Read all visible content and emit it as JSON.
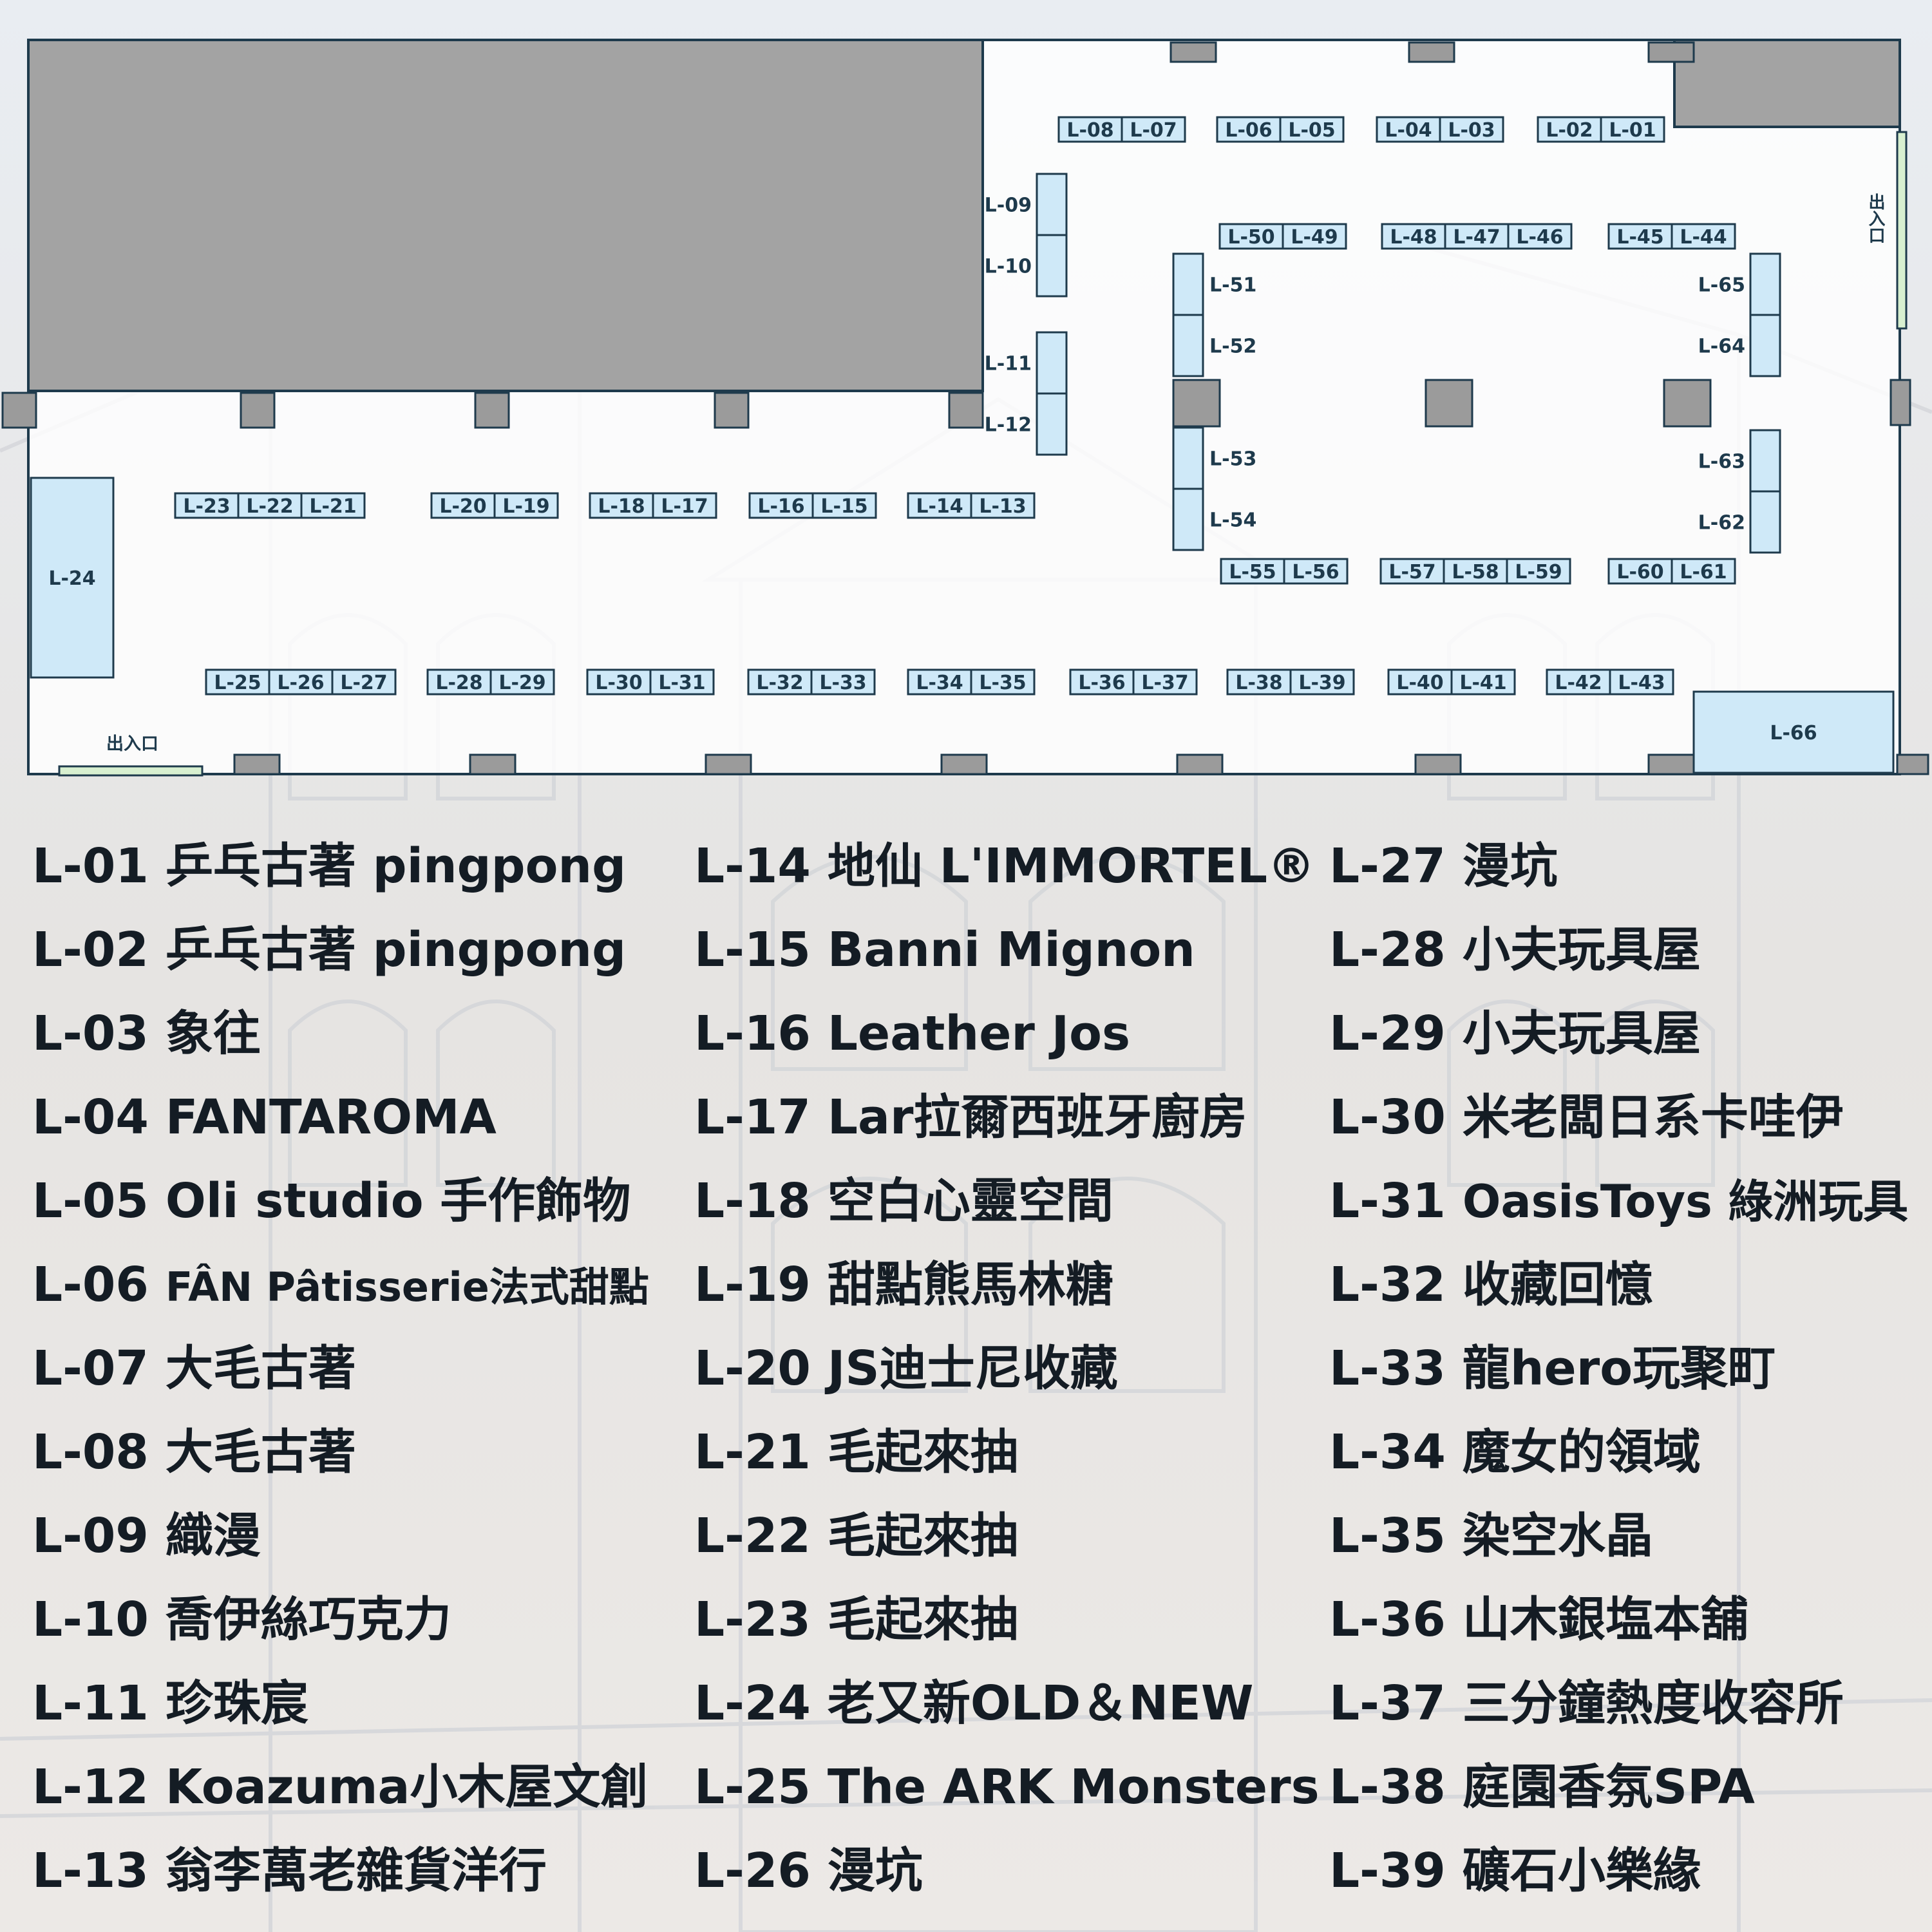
{
  "map": {
    "entrances": [
      "出入口",
      "出入口"
    ],
    "booths": [
      {
        "id": "L-01"
      },
      {
        "id": "L-02"
      },
      {
        "id": "L-03"
      },
      {
        "id": "L-04"
      },
      {
        "id": "L-05"
      },
      {
        "id": "L-06"
      },
      {
        "id": "L-07"
      },
      {
        "id": "L-08"
      },
      {
        "id": "L-09"
      },
      {
        "id": "L-10"
      },
      {
        "id": "L-11"
      },
      {
        "id": "L-12"
      },
      {
        "id": "L-13"
      },
      {
        "id": "L-14"
      },
      {
        "id": "L-15"
      },
      {
        "id": "L-16"
      },
      {
        "id": "L-17"
      },
      {
        "id": "L-18"
      },
      {
        "id": "L-19"
      },
      {
        "id": "L-20"
      },
      {
        "id": "L-21"
      },
      {
        "id": "L-22"
      },
      {
        "id": "L-23"
      },
      {
        "id": "L-24"
      },
      {
        "id": "L-25"
      },
      {
        "id": "L-26"
      },
      {
        "id": "L-27"
      },
      {
        "id": "L-28"
      },
      {
        "id": "L-29"
      },
      {
        "id": "L-30"
      },
      {
        "id": "L-31"
      },
      {
        "id": "L-32"
      },
      {
        "id": "L-33"
      },
      {
        "id": "L-34"
      },
      {
        "id": "L-35"
      },
      {
        "id": "L-36"
      },
      {
        "id": "L-37"
      },
      {
        "id": "L-38"
      },
      {
        "id": "L-39"
      },
      {
        "id": "L-40"
      },
      {
        "id": "L-41"
      },
      {
        "id": "L-42"
      },
      {
        "id": "L-43"
      },
      {
        "id": "L-44"
      },
      {
        "id": "L-45"
      },
      {
        "id": "L-46"
      },
      {
        "id": "L-47"
      },
      {
        "id": "L-48"
      },
      {
        "id": "L-49"
      },
      {
        "id": "L-50"
      },
      {
        "id": "L-51"
      },
      {
        "id": "L-52"
      },
      {
        "id": "L-53"
      },
      {
        "id": "L-54"
      },
      {
        "id": "L-55"
      },
      {
        "id": "L-56"
      },
      {
        "id": "L-57"
      },
      {
        "id": "L-58"
      },
      {
        "id": "L-59"
      },
      {
        "id": "L-60"
      },
      {
        "id": "L-61"
      },
      {
        "id": "L-62"
      },
      {
        "id": "L-63"
      },
      {
        "id": "L-64"
      },
      {
        "id": "L-65"
      },
      {
        "id": "L-66"
      }
    ],
    "colors": {
      "booth_fill": "#cfe9f8",
      "booth_stroke": "#1e3a4c",
      "pillar": "#9b9b9b",
      "blocked": "#a3a3a3",
      "entrance": "#d8f0d0"
    }
  },
  "directory": [
    [
      {
        "code": "L-01",
        "name": "乒乓古著 pingpong"
      },
      {
        "code": "L-02",
        "name": "乒乓古著 pingpong"
      },
      {
        "code": "L-03",
        "name": "象往"
      },
      {
        "code": "L-04",
        "name": "FANTAROMA"
      },
      {
        "code": "L-05",
        "name": "Oli studio 手作飾物"
      },
      {
        "code": "L-06",
        "name": "FÂN Pâtisserie法式甜點"
      },
      {
        "code": "L-07",
        "name": "大毛古著"
      },
      {
        "code": "L-08",
        "name": "大毛古著"
      },
      {
        "code": "L-09",
        "name": "織漫"
      },
      {
        "code": "L-10",
        "name": "喬伊絲巧克力"
      },
      {
        "code": "L-11",
        "name": "珍珠宸"
      },
      {
        "code": "L-12",
        "name": "Koazuma小木屋文創"
      },
      {
        "code": "L-13",
        "name": "翁李萬老雜貨洋行"
      }
    ],
    [
      {
        "code": "L-14",
        "name": "地仙 L'IMMORTEL®"
      },
      {
        "code": "L-15",
        "name": "Banni Mignon"
      },
      {
        "code": "L-16",
        "name": "Leather Jos"
      },
      {
        "code": "L-17",
        "name": "Lar拉爾西班牙廚房"
      },
      {
        "code": "L-18",
        "name": "空白心靈空間"
      },
      {
        "code": "L-19",
        "name": "甜點熊馬林糖"
      },
      {
        "code": "L-20",
        "name": "JS迪士尼收藏"
      },
      {
        "code": "L-21",
        "name": "毛起來抽"
      },
      {
        "code": "L-22",
        "name": "毛起來抽"
      },
      {
        "code": "L-23",
        "name": "毛起來抽"
      },
      {
        "code": "L-24",
        "name": "老又新OLD＆NEW"
      },
      {
        "code": "L-25",
        "name": "The ARK Monsters"
      },
      {
        "code": "L-26",
        "name": "漫坑"
      }
    ],
    [
      {
        "code": "L-27",
        "name": "漫坑"
      },
      {
        "code": "L-28",
        "name": "小夫玩具屋"
      },
      {
        "code": "L-29",
        "name": "小夫玩具屋"
      },
      {
        "code": "L-30",
        "name": "米老闆日系卡哇伊"
      },
      {
        "code": "L-31",
        "name": "OasisToys 綠洲玩具"
      },
      {
        "code": "L-32",
        "name": "收藏回憶"
      },
      {
        "code": "L-33",
        "name": "龍hero玩聚町"
      },
      {
        "code": "L-34",
        "name": "魔女的領域"
      },
      {
        "code": "L-35",
        "name": "染空水晶"
      },
      {
        "code": "L-36",
        "name": "山木銀塩本舖"
      },
      {
        "code": "L-37",
        "name": "三分鐘熱度收容所"
      },
      {
        "code": "L-38",
        "name": "庭園香氛SPA"
      },
      {
        "code": "L-39",
        "name": "礦石小樂緣"
      }
    ]
  ]
}
